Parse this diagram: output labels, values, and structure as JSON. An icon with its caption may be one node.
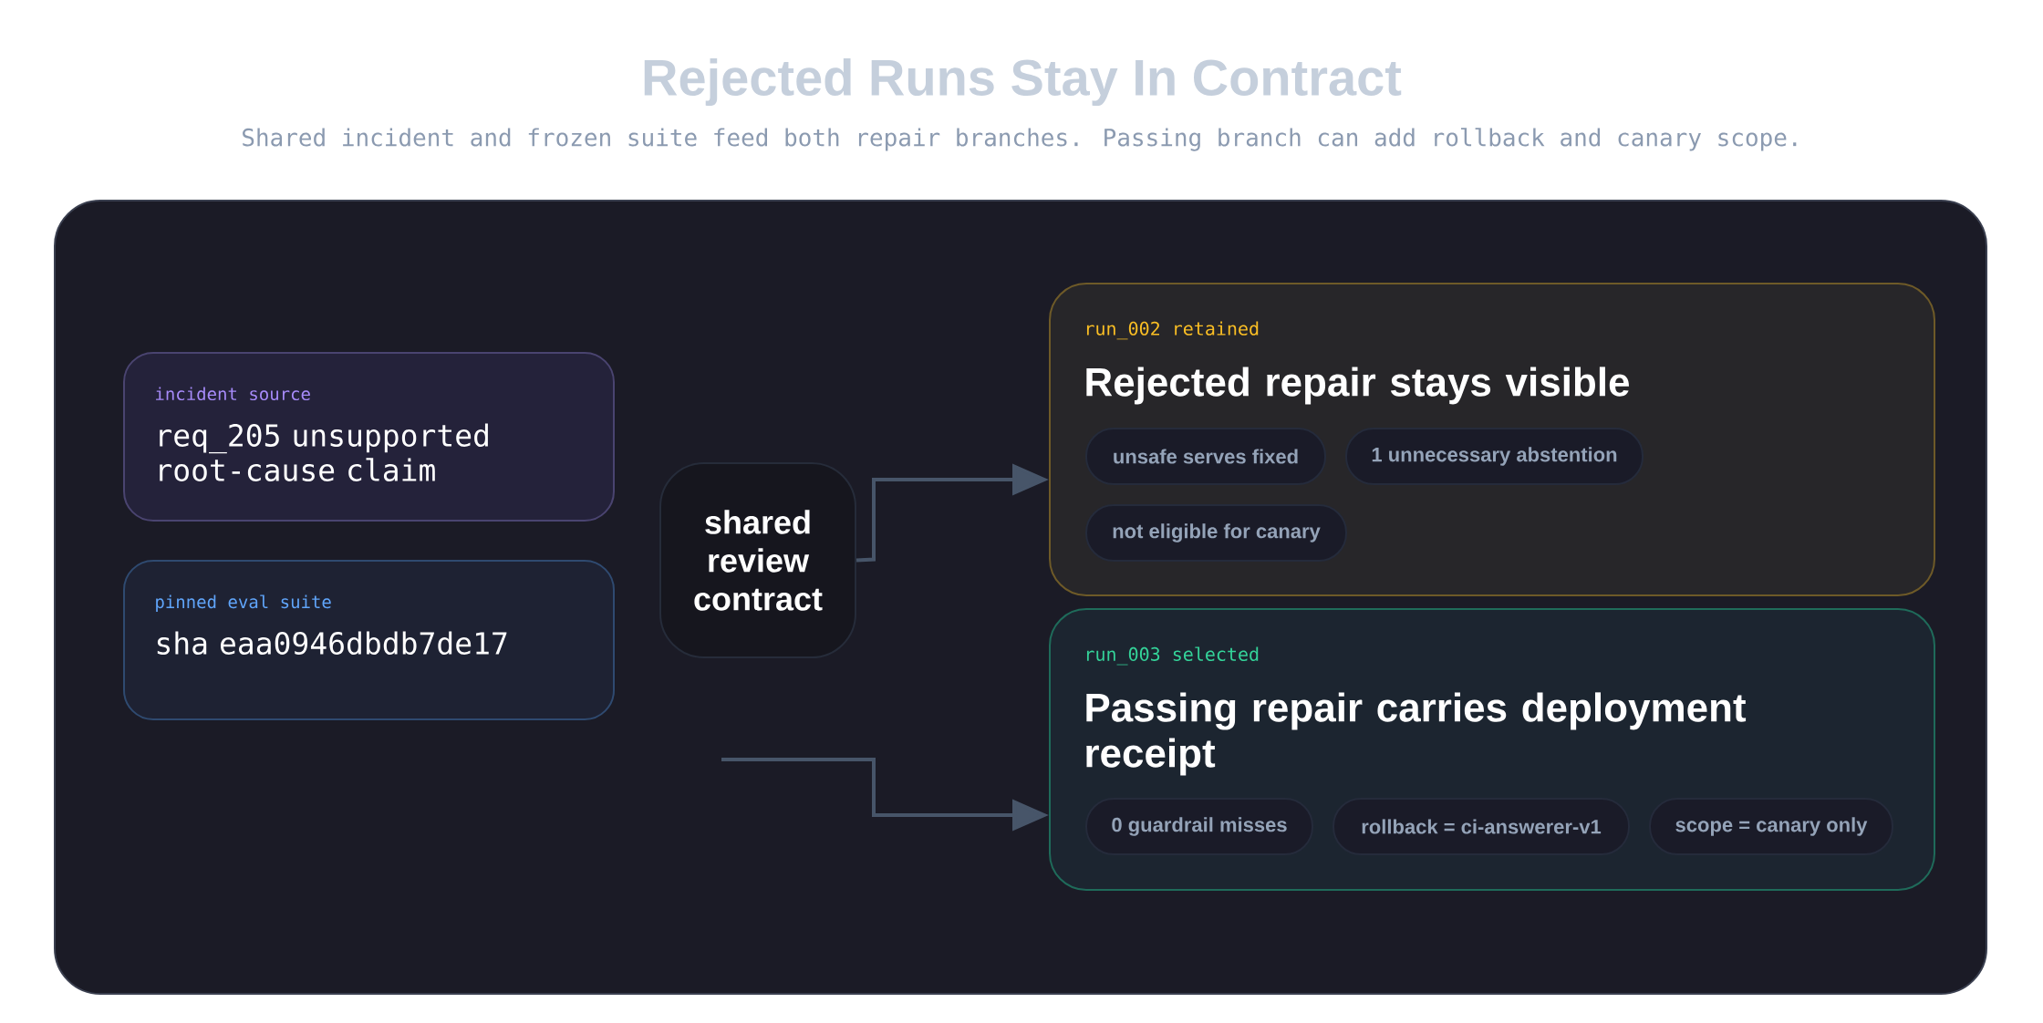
{
  "diagram": {
    "title": "Rejected Runs Stay In Contract",
    "nodes": [
      {
        "text": [
          "incident source",
          "req_205 unsupported root-cause claim"
        ]
      },
      {
        "text": [
          "pinned eval suite",
          "sha eaa0946dbdb7de17"
        ]
      },
      {
        "text": [
          "shared review contract"
        ]
      },
      {
        "text": [
          "run_002 retained",
          "Rejected repair stays visible"
        ]
      },
      {
        "text": [
          "unsafe serves fixed"
        ],
        "in": 3
      },
      {
        "text": [
          "1 unnecessary abstention"
        ],
        "in": 3
      },
      {
        "text": [
          "not eligible for canary"
        ],
        "in": 3
      },
      {
        "text": [
          "run_003 selected",
          "Passing repair carries deployment receipt"
        ]
      },
      {
        "text": [
          "0 guardrail misses"
        ],
        "in": 7
      },
      {
        "text": [
          "rollback = ci-answerer-v1"
        ],
        "in": 7
      },
      {
        "text": [
          "scope = canary only"
        ],
        "in": 7
      }
    ],
    "edges": [
      {
        "from": 2,
        "to": 3,
        "arrow": "to"
      },
      {
        "from": null,
        "to": 7,
        "arrow": "to"
      }
    ],
    "labels": [
      "Shared incident and frozen suite feed both repair branches. Passing branch can add rollback and canary scope."
    ]
  }
}
